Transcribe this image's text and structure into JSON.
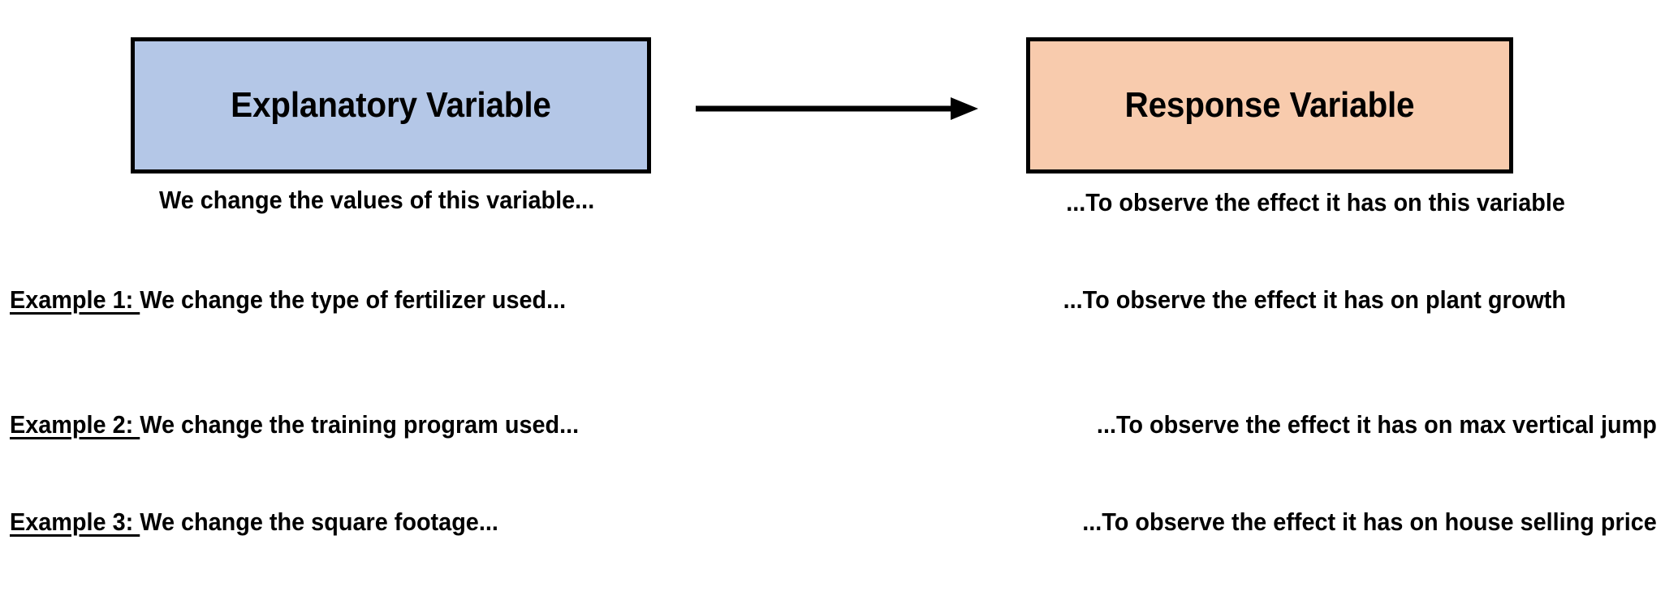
{
  "diagram": {
    "title_concept": "Explanatory vs Response Variable",
    "colors": {
      "explanatory_fill": "#b4c7e7",
      "response_fill": "#f8cbad",
      "border": "#000000",
      "text": "#000000",
      "background": "#ffffff"
    },
    "explanatory_box": {
      "label": "Explanatory Variable",
      "caption": "We change the values of this variable..."
    },
    "response_box": {
      "label": "Response Variable",
      "caption": "...To observe the effect it has on this variable"
    },
    "arrow": {
      "icon": "right-arrow-icon",
      "direction": "right",
      "from": "Explanatory Variable",
      "to": "Response Variable"
    },
    "examples": [
      {
        "tag": "Example 1: ",
        "left": "We change the type of fertilizer used...",
        "right": "...To observe the effect it has on plant growth"
      },
      {
        "tag": "Example 2: ",
        "left": "We change the training program used...",
        "right": "...To observe the effect it has on max vertical jump"
      },
      {
        "tag": "Example 3: ",
        "left": "We change the square footage...",
        "right": "...To observe the effect it has on house selling price"
      }
    ]
  }
}
